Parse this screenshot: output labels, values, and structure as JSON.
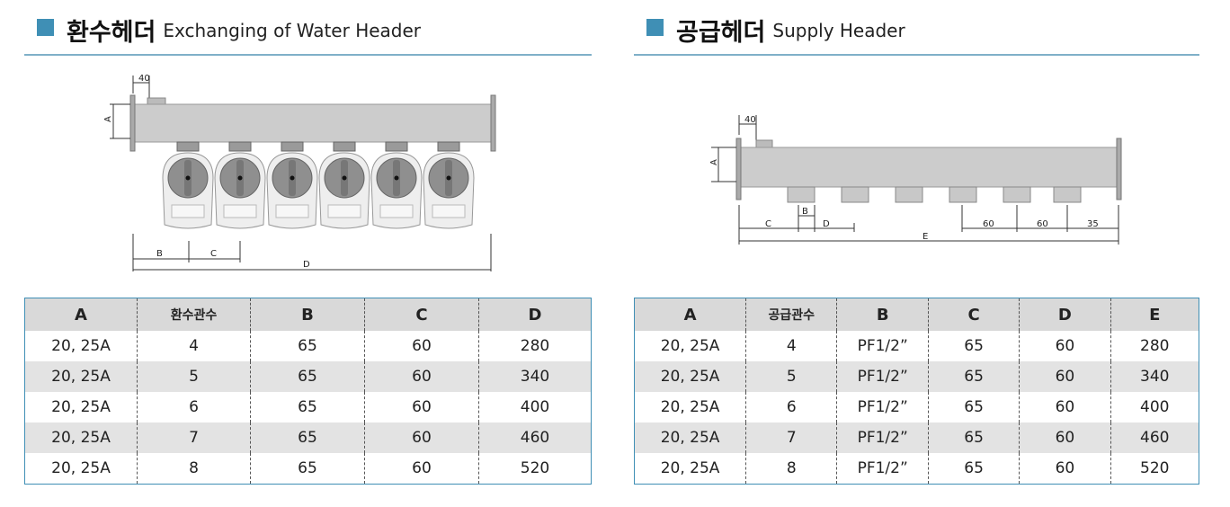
{
  "left": {
    "title_ko": "환수헤더",
    "title_en": "Exchanging of Water Header",
    "labels": {
      "d40": "40",
      "a": "A",
      "b": "B",
      "c": "C",
      "d": "D"
    },
    "table": {
      "headers": [
        "A",
        "환수관수",
        "B",
        "C",
        "D"
      ],
      "rows": [
        [
          "20, 25A",
          "4",
          "65",
          "60",
          "280"
        ],
        [
          "20, 25A",
          "5",
          "65",
          "60",
          "340"
        ],
        [
          "20, 25A",
          "6",
          "65",
          "60",
          "400"
        ],
        [
          "20, 25A",
          "7",
          "65",
          "60",
          "460"
        ],
        [
          "20, 25A",
          "8",
          "65",
          "60",
          "520"
        ]
      ]
    }
  },
  "right": {
    "title_ko": "공급헤더",
    "title_en": "Supply Header",
    "labels": {
      "d40": "40",
      "a": "A",
      "b": "B",
      "c": "C",
      "d": "D",
      "e": "E",
      "s1": "60",
      "s2": "60",
      "s3": "35"
    },
    "table": {
      "headers": [
        "A",
        "공급관수",
        "B",
        "C",
        "D",
        "E"
      ],
      "rows": [
        [
          "20, 25A",
          "4",
          "PF1/2”",
          "65",
          "60",
          "280"
        ],
        [
          "20, 25A",
          "5",
          "PF1/2”",
          "65",
          "60",
          "340"
        ],
        [
          "20, 25A",
          "6",
          "PF1/2”",
          "65",
          "60",
          "400"
        ],
        [
          "20, 25A",
          "7",
          "PF1/2”",
          "65",
          "60",
          "460"
        ],
        [
          "20, 25A",
          "8",
          "PF1/2”",
          "65",
          "60",
          "520"
        ]
      ]
    }
  },
  "colors": {
    "accent": "#3f8fb5",
    "pipe": "#cccccc",
    "header_row": "#d9d9d9"
  },
  "valves": {
    "count": 6
  }
}
